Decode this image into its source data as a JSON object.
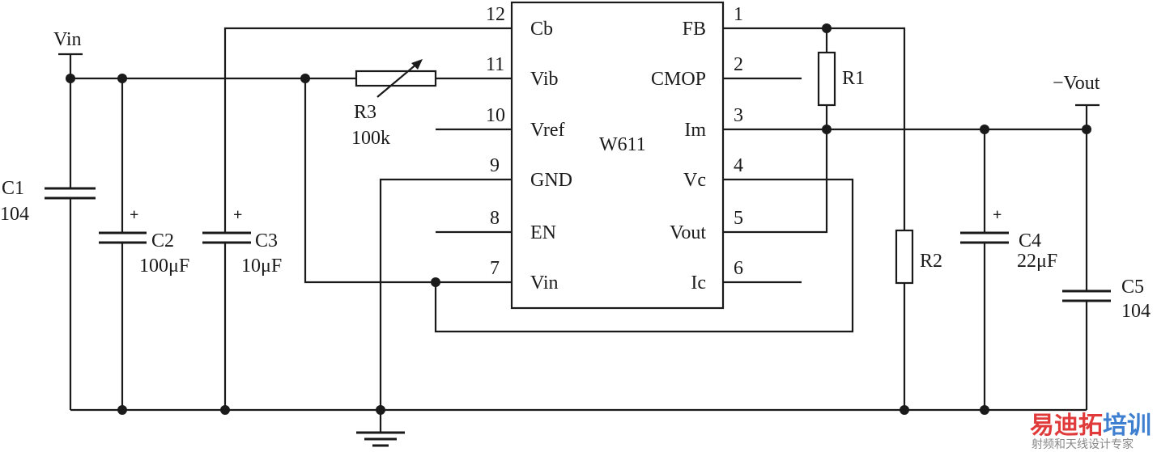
{
  "ic": {
    "name": "W611",
    "left_pins": [
      {
        "num": "12",
        "label": "Cb"
      },
      {
        "num": "11",
        "label": "Vib"
      },
      {
        "num": "10",
        "label": "Vref"
      },
      {
        "num": "9",
        "label": "GND"
      },
      {
        "num": "8",
        "label": "EN"
      },
      {
        "num": "7",
        "label": "Vin"
      }
    ],
    "right_pins": [
      {
        "num": "1",
        "label": "FB"
      },
      {
        "num": "2",
        "label": "CMOP"
      },
      {
        "num": "3",
        "label": "Im"
      },
      {
        "num": "4",
        "label": "Vc"
      },
      {
        "num": "5",
        "label": "Vout"
      },
      {
        "num": "6",
        "label": "Ic"
      }
    ]
  },
  "terminals": {
    "vin": "Vin",
    "vout": "−Vout"
  },
  "components": {
    "c1": {
      "name": "C1",
      "value": "104"
    },
    "c2": {
      "name": "C2",
      "value": "100μF",
      "polarity": "+"
    },
    "c3": {
      "name": "C3",
      "value": "10μF",
      "polarity": "+"
    },
    "c4": {
      "name": "C4",
      "value": "22μF",
      "polarity": "+"
    },
    "c5": {
      "name": "C5",
      "value": "104"
    },
    "r1": {
      "name": "R1"
    },
    "r2": {
      "name": "R2"
    },
    "r3": {
      "name": "R3",
      "value": "100k"
    }
  },
  "watermark": {
    "brand_red": "易迪拓",
    "brand_blue": "培训",
    "tagline": "射频和天线设计专家",
    "colors": {
      "red": "#e03a3a",
      "blue": "#3f7fd0"
    }
  }
}
